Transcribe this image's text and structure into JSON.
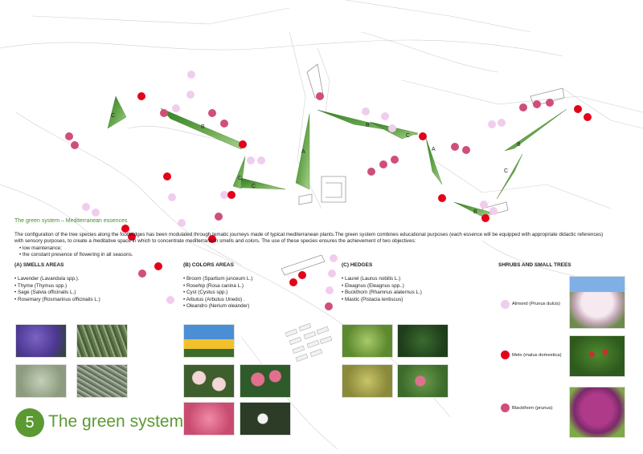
{
  "section": {
    "number": "5",
    "title": "The green system",
    "subtitle": "The green system – Mediterranean essences"
  },
  "intro": {
    "text": "The  configuration of the tree species  along the footbridges has been modulated through tematic journeys made of typical mediterranean plants.The green system combines educational purposes (each essence will be equipped with appropriate didactic references) with sensory purposes, to create a meditative space in which to concentrate mediterranean  smells and colors. The use of these species ensures the achievement of two  objectives:",
    "objectives": [
      "low maintenance;",
      "the constant presence of flowering in all seasons."
    ]
  },
  "categories": {
    "smells": {
      "title": "(A) SMELLS AREAS",
      "items": [
        "Lavender (Lavandula spp.).",
        "Thyme (Thymus spp.)",
        "Sage (Salvia officinalis L.)",
        "Rosemary (Rosmarinus officinalis L.)"
      ]
    },
    "colors": {
      "title": "(B) COLORS AREAS",
      "items": [
        "Broom (Spartium junceum L.)",
        "Rosehip (Rosa canina L.)",
        "Cyst (Cystus spp.)",
        "Arbutus (Arbutus Unedo) .",
        "Oleandro (Nerium oleander)"
      ]
    },
    "hedges": {
      "title": "(C) HEDGES",
      "items": [
        "Laurel (Laurus nobilis L.)",
        "Eleagnus (Eleagnus spp..)",
        "Buckthorn (Rhamnus alaternus L.)",
        "Mastic (Pistacia lentiscus)"
      ]
    },
    "shrubs": {
      "title": "SHRUBS AND SMALL TREES"
    }
  },
  "legend": [
    {
      "label": "Almond (Prunus dulcis)",
      "color": "#f0cdec"
    },
    {
      "label": "Melo (malus domestica)",
      "color": "#e3001b"
    },
    {
      "label": "Blackthorn (prunus)",
      "color": "#cf4f78"
    }
  ],
  "zone_labels": {
    "a": "A",
    "b": "B",
    "c": "C"
  },
  "colors": {
    "accent": "#5b9a32",
    "leaf_dark": "#2e7d22",
    "leaf_light": "#8fc46a",
    "almond": "#f0cdec",
    "melo": "#e3001b",
    "blackthorn": "#cf4f78"
  }
}
